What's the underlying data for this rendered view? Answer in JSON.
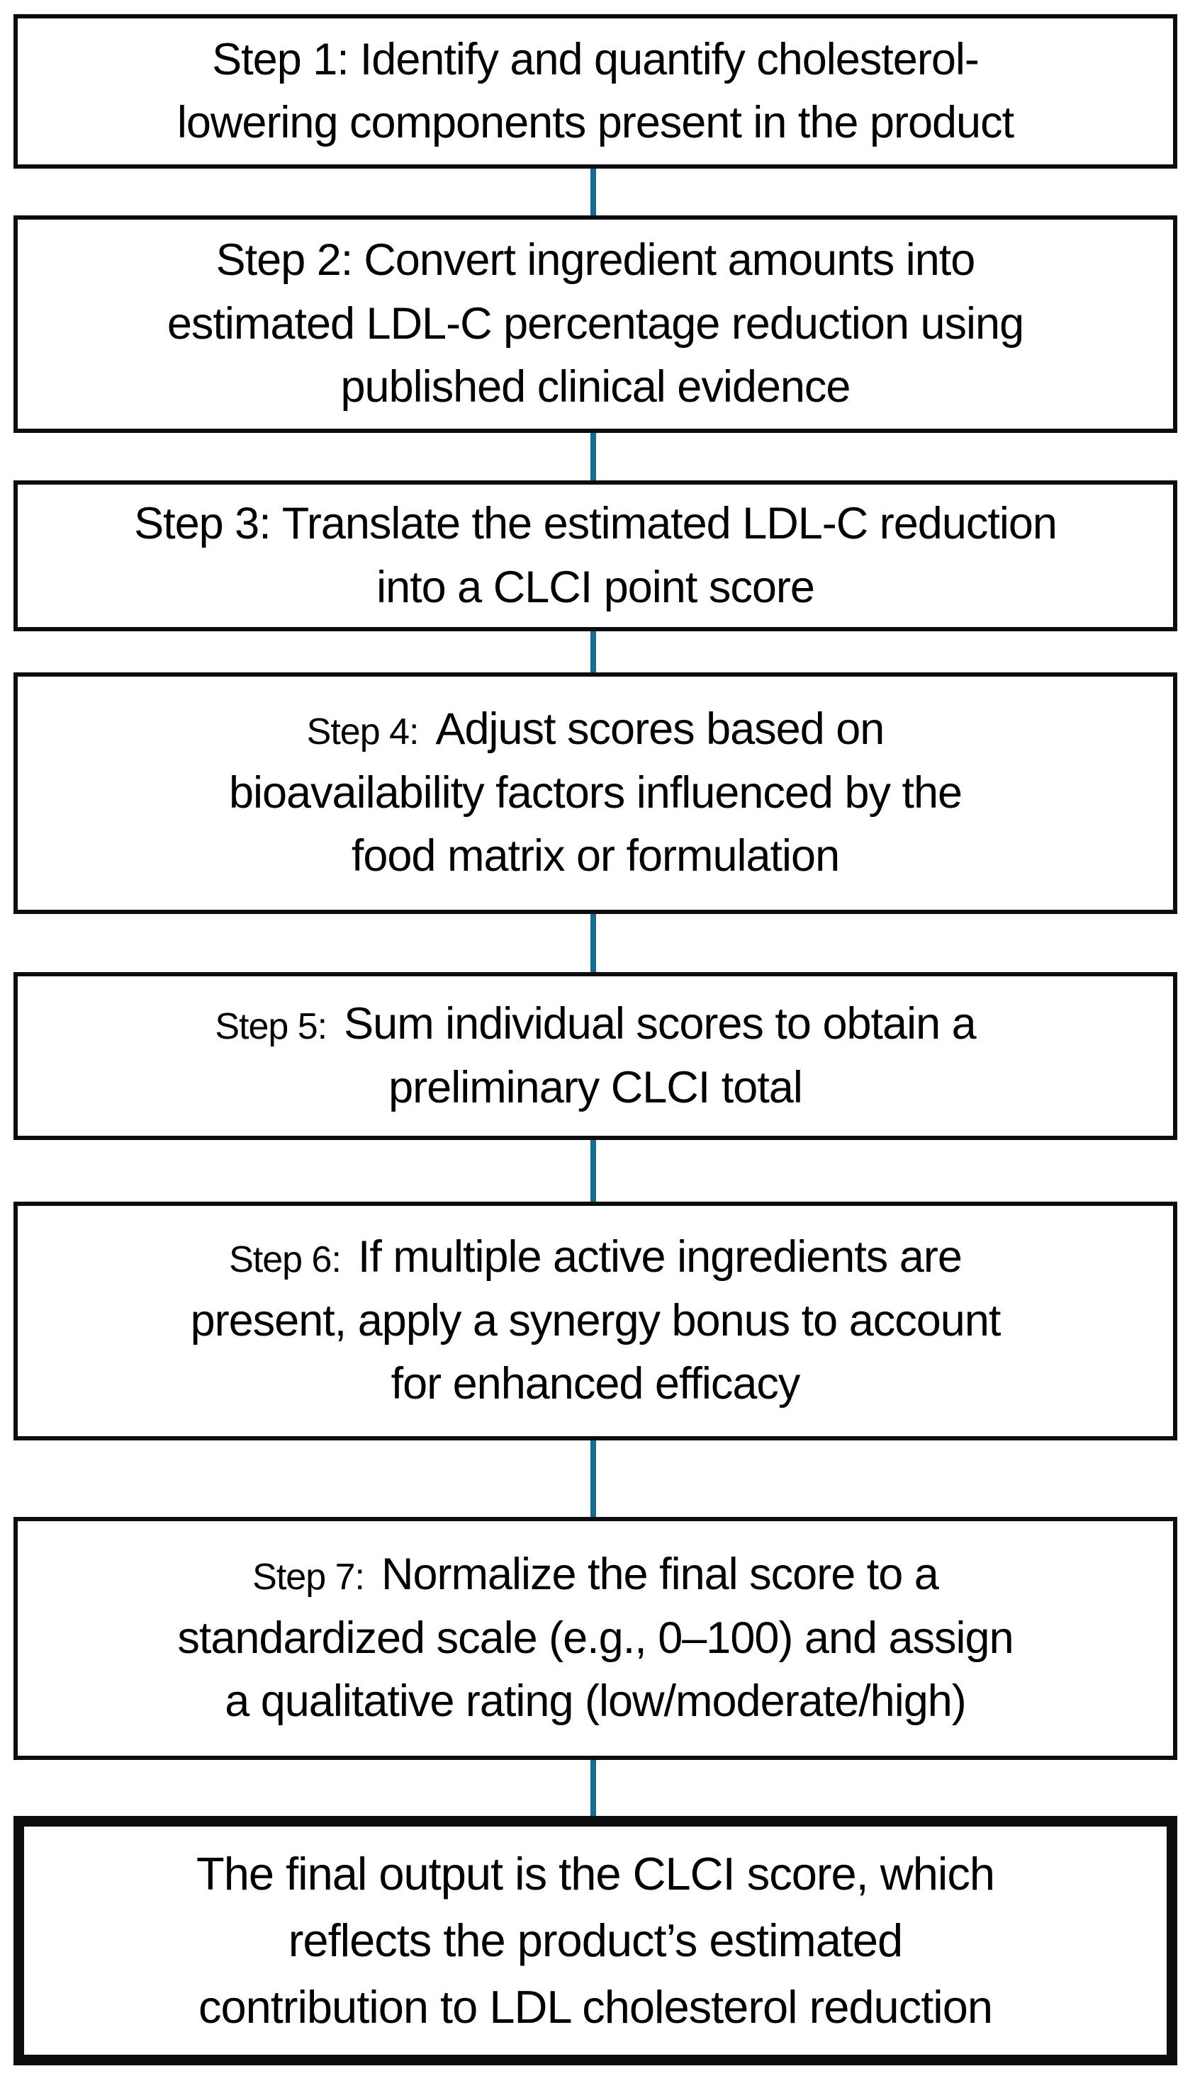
{
  "colors": {
    "connector": "#1a6c8e",
    "box_border": "#0d0d0d",
    "box_background": "#ffffff",
    "text": "#000000"
  },
  "steps": [
    {
      "prefix": "Step 1:",
      "prefix_small": false,
      "final": false,
      "lines": [
        "Identify and quantify cholesterol-",
        "lowering components present in the product"
      ]
    },
    {
      "prefix": "Step 2:",
      "prefix_small": false,
      "final": false,
      "lines": [
        "Convert ingredient amounts into",
        "estimated LDL-C percentage reduction using",
        "published clinical evidence"
      ]
    },
    {
      "prefix": "Step 3:",
      "prefix_small": false,
      "final": false,
      "lines": [
        "Translate the estimated LDL-C reduction",
        "into a CLCI point score"
      ]
    },
    {
      "prefix": "Step 4:",
      "prefix_small": true,
      "final": false,
      "lines": [
        "Adjust scores based on",
        "bioavailability factors influenced by the",
        "food matrix or formulation"
      ]
    },
    {
      "prefix": "Step 5:",
      "prefix_small": true,
      "final": false,
      "lines": [
        "Sum individual scores to obtain a",
        "preliminary CLCI total"
      ]
    },
    {
      "prefix": "Step 6:",
      "prefix_small": true,
      "final": false,
      "lines": [
        "If multiple active ingredients are",
        "present, apply a synergy bonus to account",
        "for enhanced efficacy"
      ]
    },
    {
      "prefix": "Step 7:",
      "prefix_small": true,
      "final": false,
      "lines": [
        "Normalize the final score to a",
        "standardized scale (e.g., 0–100) and assign",
        "a qualitative rating (low/moderate/high)"
      ]
    },
    {
      "prefix": "",
      "prefix_small": false,
      "final": true,
      "lines": [
        "The final output is the CLCI score, which",
        "reflects the product’s estimated",
        "contribution to LDL cholesterol reduction"
      ]
    }
  ]
}
